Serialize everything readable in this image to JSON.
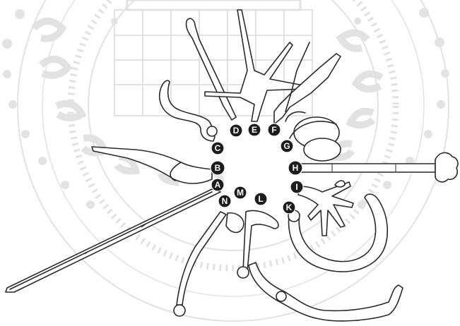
{
  "figure": {
    "labels": [
      {
        "id": "A",
        "text": "A"
      },
      {
        "id": "B",
        "text": "B"
      },
      {
        "id": "C",
        "text": "C"
      },
      {
        "id": "D",
        "text": "D"
      },
      {
        "id": "E",
        "text": "E"
      },
      {
        "id": "F",
        "text": "F"
      },
      {
        "id": "G",
        "text": "G"
      },
      {
        "id": "H",
        "text": "H"
      },
      {
        "id": "I",
        "text": "I"
      },
      {
        "id": "K",
        "text": "K"
      },
      {
        "id": "L",
        "text": "L"
      },
      {
        "id": "M",
        "text": "M"
      },
      {
        "id": "N",
        "text": "N"
      }
    ],
    "watermark": {
      "description_icon": "university-seal-watermark",
      "color": "#e2e2e2"
    },
    "colors": {
      "badge_fill": "#1c1c1c",
      "badge_text": "#ffffff",
      "outline": "#2a2a2a"
    }
  }
}
